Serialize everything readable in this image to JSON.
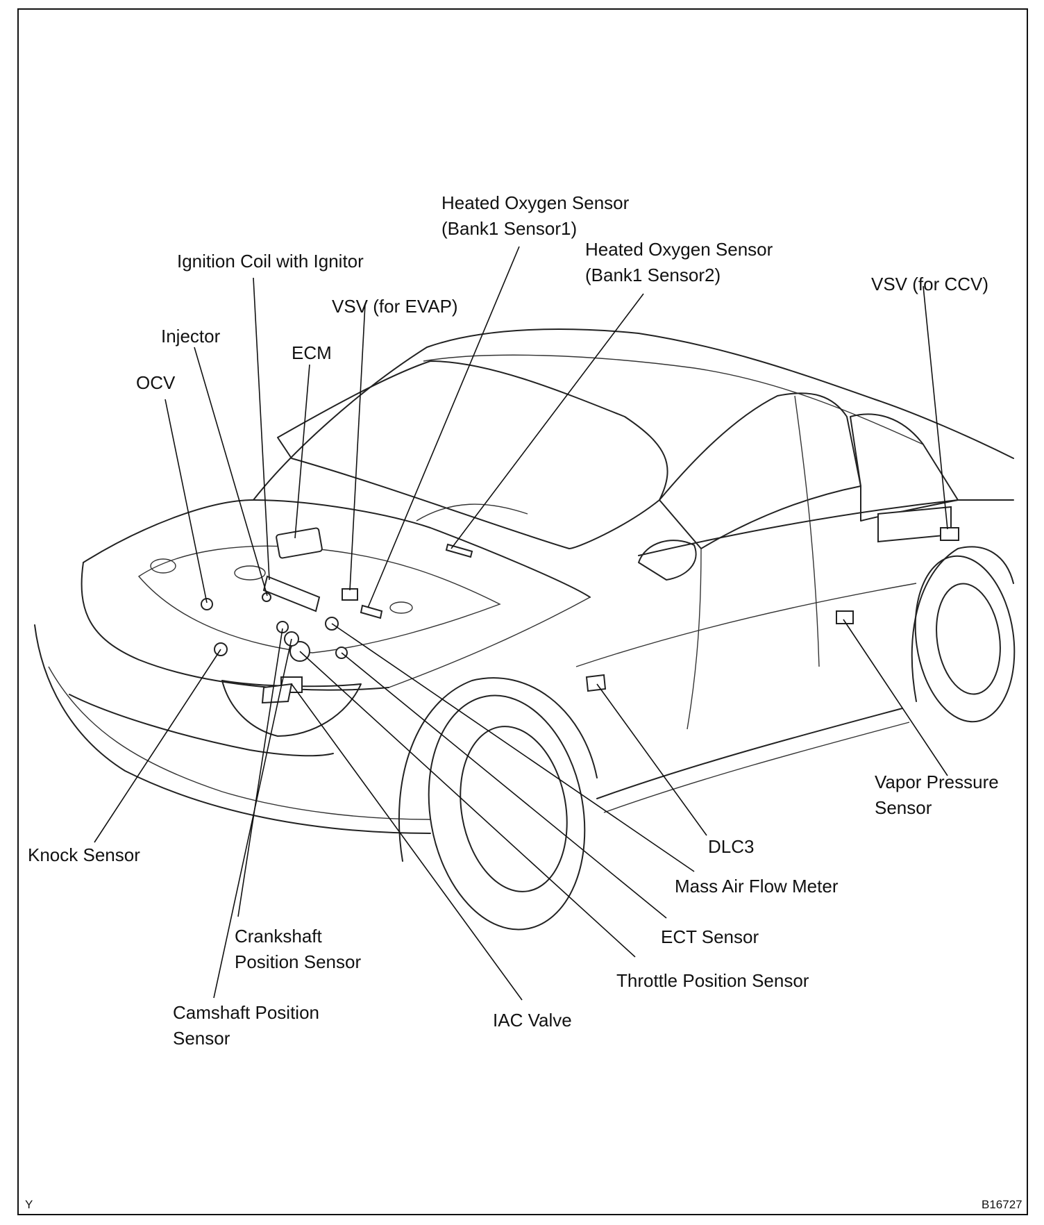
{
  "labels": {
    "ho2s_b1s1_line1": "Heated Oxygen Sensor",
    "ho2s_b1s1_line2": "(Bank1 Sensor1)",
    "ho2s_b1s2_line1": "Heated Oxygen Sensor",
    "ho2s_b1s2_line2": "(Bank1 Sensor2)",
    "ignition_coil": "Ignition Coil with Ignitor",
    "vsv_evap": "VSV (for EVAP)",
    "vsv_ccv": "VSV (for CCV)",
    "injector": "Injector",
    "ecm": "ECM",
    "ocv": "OCV",
    "vapor_pressure_line1": "Vapor Pressure",
    "vapor_pressure_line2": "Sensor",
    "knock_sensor": "Knock Sensor",
    "dlc3": "DLC3",
    "mass_air_flow": "Mass Air Flow Meter",
    "crankshaft_line1": "Crankshaft",
    "crankshaft_line2": "Position Sensor",
    "ect_sensor": "ECT Sensor",
    "throttle_position": "Throttle Position Sensor",
    "camshaft_line1": "Camshaft Position",
    "camshaft_line2": "Sensor",
    "iac_valve": "IAC Valve"
  },
  "corner": {
    "left": "Y",
    "right": "B16727"
  }
}
